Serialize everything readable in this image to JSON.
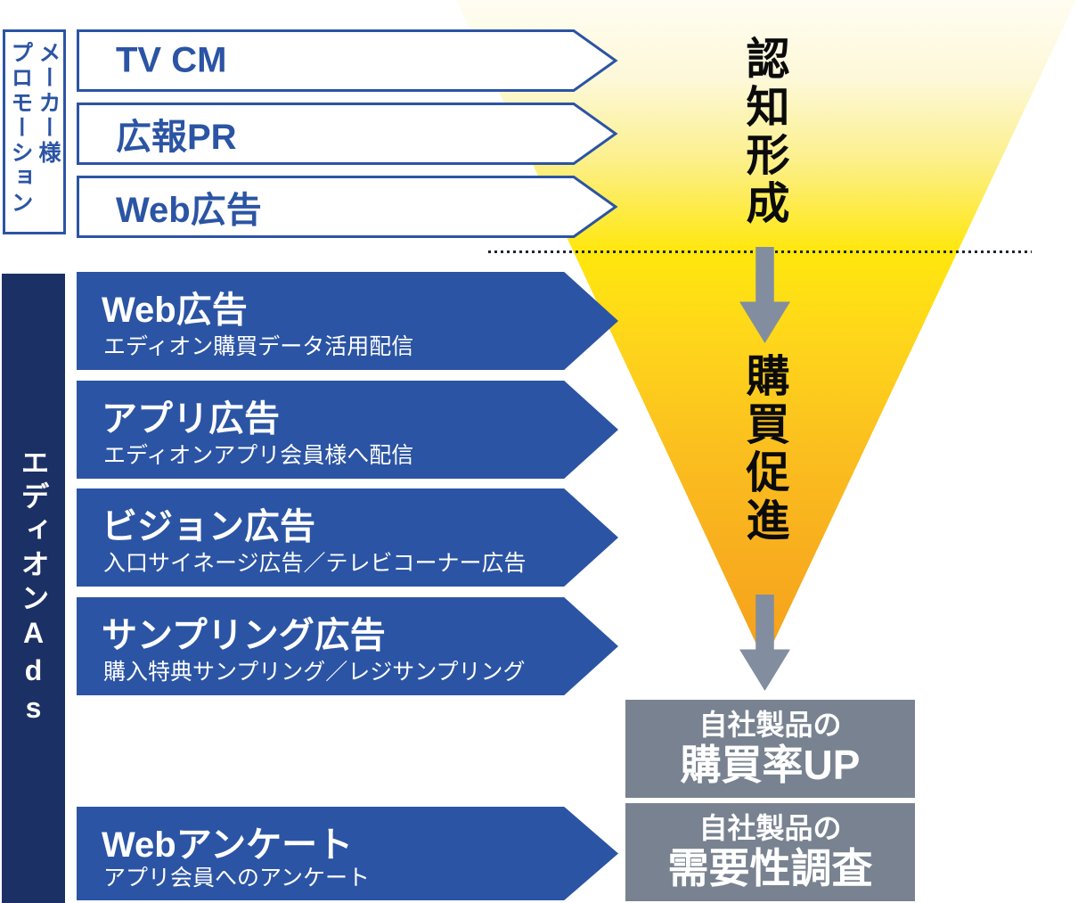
{
  "maker_promo": {
    "label_line1": "メーカー様",
    "label_line2": "プロモーション",
    "banners": [
      {
        "title": "TV CM"
      },
      {
        "title": "広報PR"
      },
      {
        "title": "Web広告"
      }
    ]
  },
  "edion_ads": {
    "label": "エディオンAds",
    "banners": [
      {
        "title": "Web広告",
        "subtitle": "エディオン購買データ活用配信"
      },
      {
        "title": "アプリ広告",
        "subtitle": "エディオンアプリ会員様へ配信"
      },
      {
        "title": "ビジョン広告",
        "subtitle": "入口サイネージ広告／テレビコーナー広告"
      },
      {
        "title": "サンプリング広告",
        "subtitle": "購入特典サンプリング／レジサンプリング"
      },
      {
        "title": "Webアンケート",
        "subtitle": "アプリ会員へのアンケート"
      }
    ]
  },
  "funnel": {
    "stage_top": "認知形成",
    "stage_bottom": "購買促進"
  },
  "outcomes": [
    {
      "line1": "自社製品の",
      "line2": "購買率UP"
    },
    {
      "line1": "自社製品の",
      "line2": "需要性調査"
    }
  ],
  "colors": {
    "banner_blue": "#2b54a4",
    "sidebar_navy": "#1b3064",
    "funnel_top_yellow": "#fffdf2",
    "funnel_bottom_orange": "#f5a01b",
    "arrow_gray": "#828da0",
    "outcome_box_gray": "#788290",
    "stage_text": "#0b0b0b"
  }
}
